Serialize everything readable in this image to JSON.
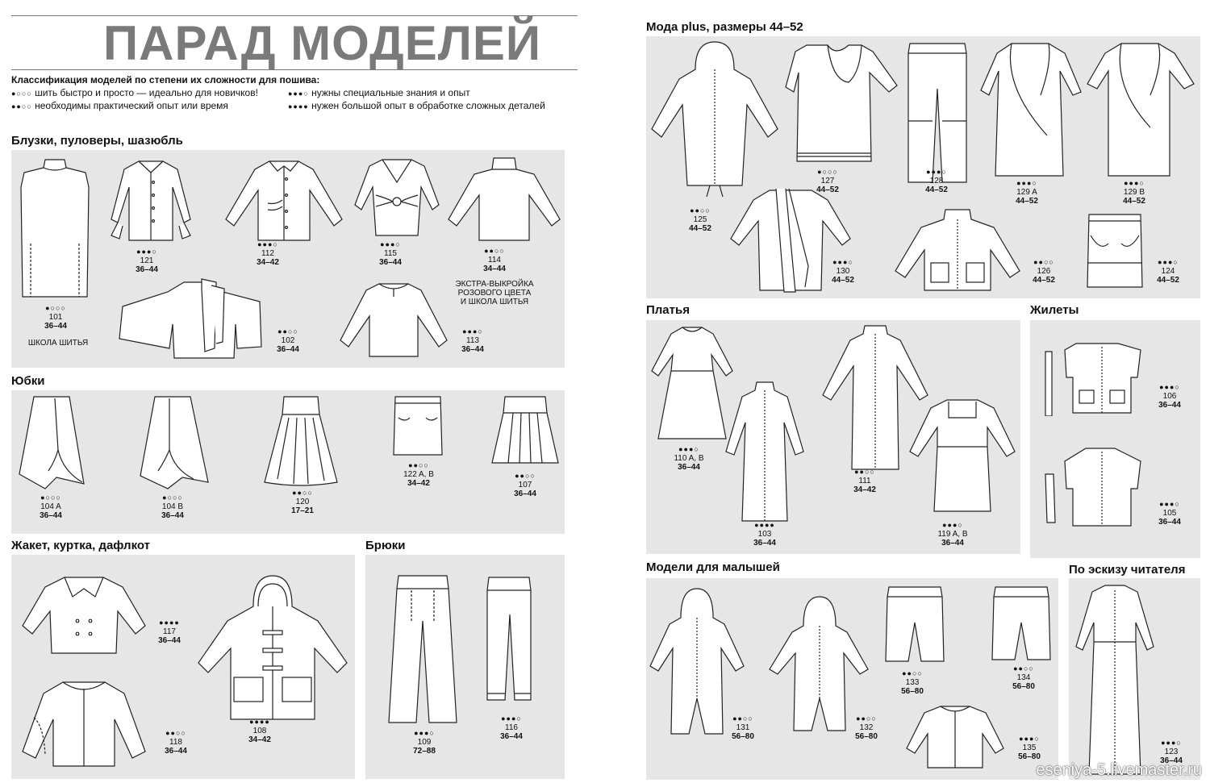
{
  "title": "ПАРАД МОДЕЛЕЙ",
  "legend": {
    "heading": "Классификация моделей по степени их сложности для пошива:",
    "items": [
      {
        "dots": "●○○○",
        "text": "шить быстро и просто — идеально для новичков!"
      },
      {
        "dots": "●●○○",
        "text": "необходимы практический опыт или время"
      },
      {
        "dots": "●●●○",
        "text": "нужны специальные знания и опыт"
      },
      {
        "dots": "●●●●",
        "text": "нужен большой опыт в обработке сложных деталей"
      }
    ]
  },
  "sections": {
    "blouses": "Блузки, пуловеры, шазюбль",
    "skirts": "Юбки",
    "jackets": "Жакет, куртка, дафлкот",
    "trousers": "Брюки",
    "plus": "Мода plus, размеры 44–52",
    "dresses": "Платья",
    "vests": "Жилеты",
    "kids": "Модели для малышей",
    "reader": "По эскизу читателя"
  },
  "notes": {
    "school1": "ШКОЛА ШИТЬЯ",
    "extra": [
      "ЭКСТРА-ВЫКРОЙКА",
      "РОЗОВОГО ЦВЕТА",
      "И ШКОЛА ШИТЬЯ"
    ]
  },
  "models": [
    {
      "id": "m101",
      "dots": "●○○○",
      "num": "101",
      "size": "36–44"
    },
    {
      "id": "m121",
      "dots": "●●●○",
      "num": "121",
      "size": "36–44"
    },
    {
      "id": "m112",
      "dots": "●●●○",
      "num": "112",
      "size": "34–42"
    },
    {
      "id": "m115",
      "dots": "●●●○",
      "num": "115",
      "size": "36–44"
    },
    {
      "id": "m114",
      "dots": "●●○○",
      "num": "114",
      "size": "34–44"
    },
    {
      "id": "m102",
      "dots": "●●○○",
      "num": "102",
      "size": "36–44"
    },
    {
      "id": "m113",
      "dots": "●●●○",
      "num": "113",
      "size": "36–44"
    },
    {
      "id": "m104a",
      "dots": "●○○○",
      "num": "104 A",
      "size": "36–44"
    },
    {
      "id": "m104b",
      "dots": "●○○○",
      "num": "104 B",
      "size": "36–44"
    },
    {
      "id": "m120",
      "dots": "●●○○",
      "num": "120",
      "size": "17–21"
    },
    {
      "id": "m122",
      "dots": "●●○○",
      "num": "122 A, B",
      "size": "34–42"
    },
    {
      "id": "m107",
      "dots": "●●○○",
      "num": "107",
      "size": "36–44"
    },
    {
      "id": "m117",
      "dots": "●●●●",
      "num": "117",
      "size": "36–44"
    },
    {
      "id": "m118",
      "dots": "●●○○",
      "num": "118",
      "size": "36–44"
    },
    {
      "id": "m108",
      "dots": "●●●●",
      "num": "108",
      "size": "34–42"
    },
    {
      "id": "m109",
      "dots": "●●●○",
      "num": "109",
      "size": "72–88"
    },
    {
      "id": "m116",
      "dots": "●●●○",
      "num": "116",
      "size": "36–44"
    },
    {
      "id": "m125",
      "dots": "●●○○",
      "num": "125",
      "size": "44–52"
    },
    {
      "id": "m127",
      "dots": "●○○○",
      "num": "127",
      "size": "44–52"
    },
    {
      "id": "m128",
      "dots": "●●●○",
      "num": "128",
      "size": "44–52"
    },
    {
      "id": "m129a",
      "dots": "●●●○",
      "num": "129 A",
      "size": "44–52"
    },
    {
      "id": "m129b",
      "dots": "●●●○",
      "num": "129 B",
      "size": "44–52"
    },
    {
      "id": "m130",
      "dots": "●●●○",
      "num": "130",
      "size": "44–52"
    },
    {
      "id": "m126",
      "dots": "●●○○",
      "num": "126",
      "size": "44–52"
    },
    {
      "id": "m124",
      "dots": "●●●○",
      "num": "124",
      "size": "44–52"
    },
    {
      "id": "m110",
      "dots": "●●●○",
      "num": "110 A, B",
      "size": "36–44"
    },
    {
      "id": "m103",
      "dots": "●●●●",
      "num": "103",
      "size": "36–44"
    },
    {
      "id": "m111",
      "dots": "●●○○",
      "num": "111",
      "size": "34–42"
    },
    {
      "id": "m119",
      "dots": "●●●○",
      "num": "119 A, B",
      "size": "36–44"
    },
    {
      "id": "m106",
      "dots": "●●●○",
      "num": "106",
      "size": "36–44"
    },
    {
      "id": "m105",
      "dots": "●●●○",
      "num": "105",
      "size": "36–44"
    },
    {
      "id": "m131",
      "dots": "●●○○",
      "num": "131",
      "size": "56–80"
    },
    {
      "id": "m132",
      "dots": "●●○○",
      "num": "132",
      "size": "56–80"
    },
    {
      "id": "m133",
      "dots": "●●○○",
      "num": "133",
      "size": "56–80"
    },
    {
      "id": "m134",
      "dots": "●●○○",
      "num": "134",
      "size": "56–80"
    },
    {
      "id": "m135",
      "dots": "●●●○",
      "num": "135",
      "size": "56–80"
    },
    {
      "id": "m123",
      "dots": "●●●○",
      "num": "123",
      "size": "36–44"
    }
  ],
  "watermark": "eseniya-5.livemaster.ru"
}
